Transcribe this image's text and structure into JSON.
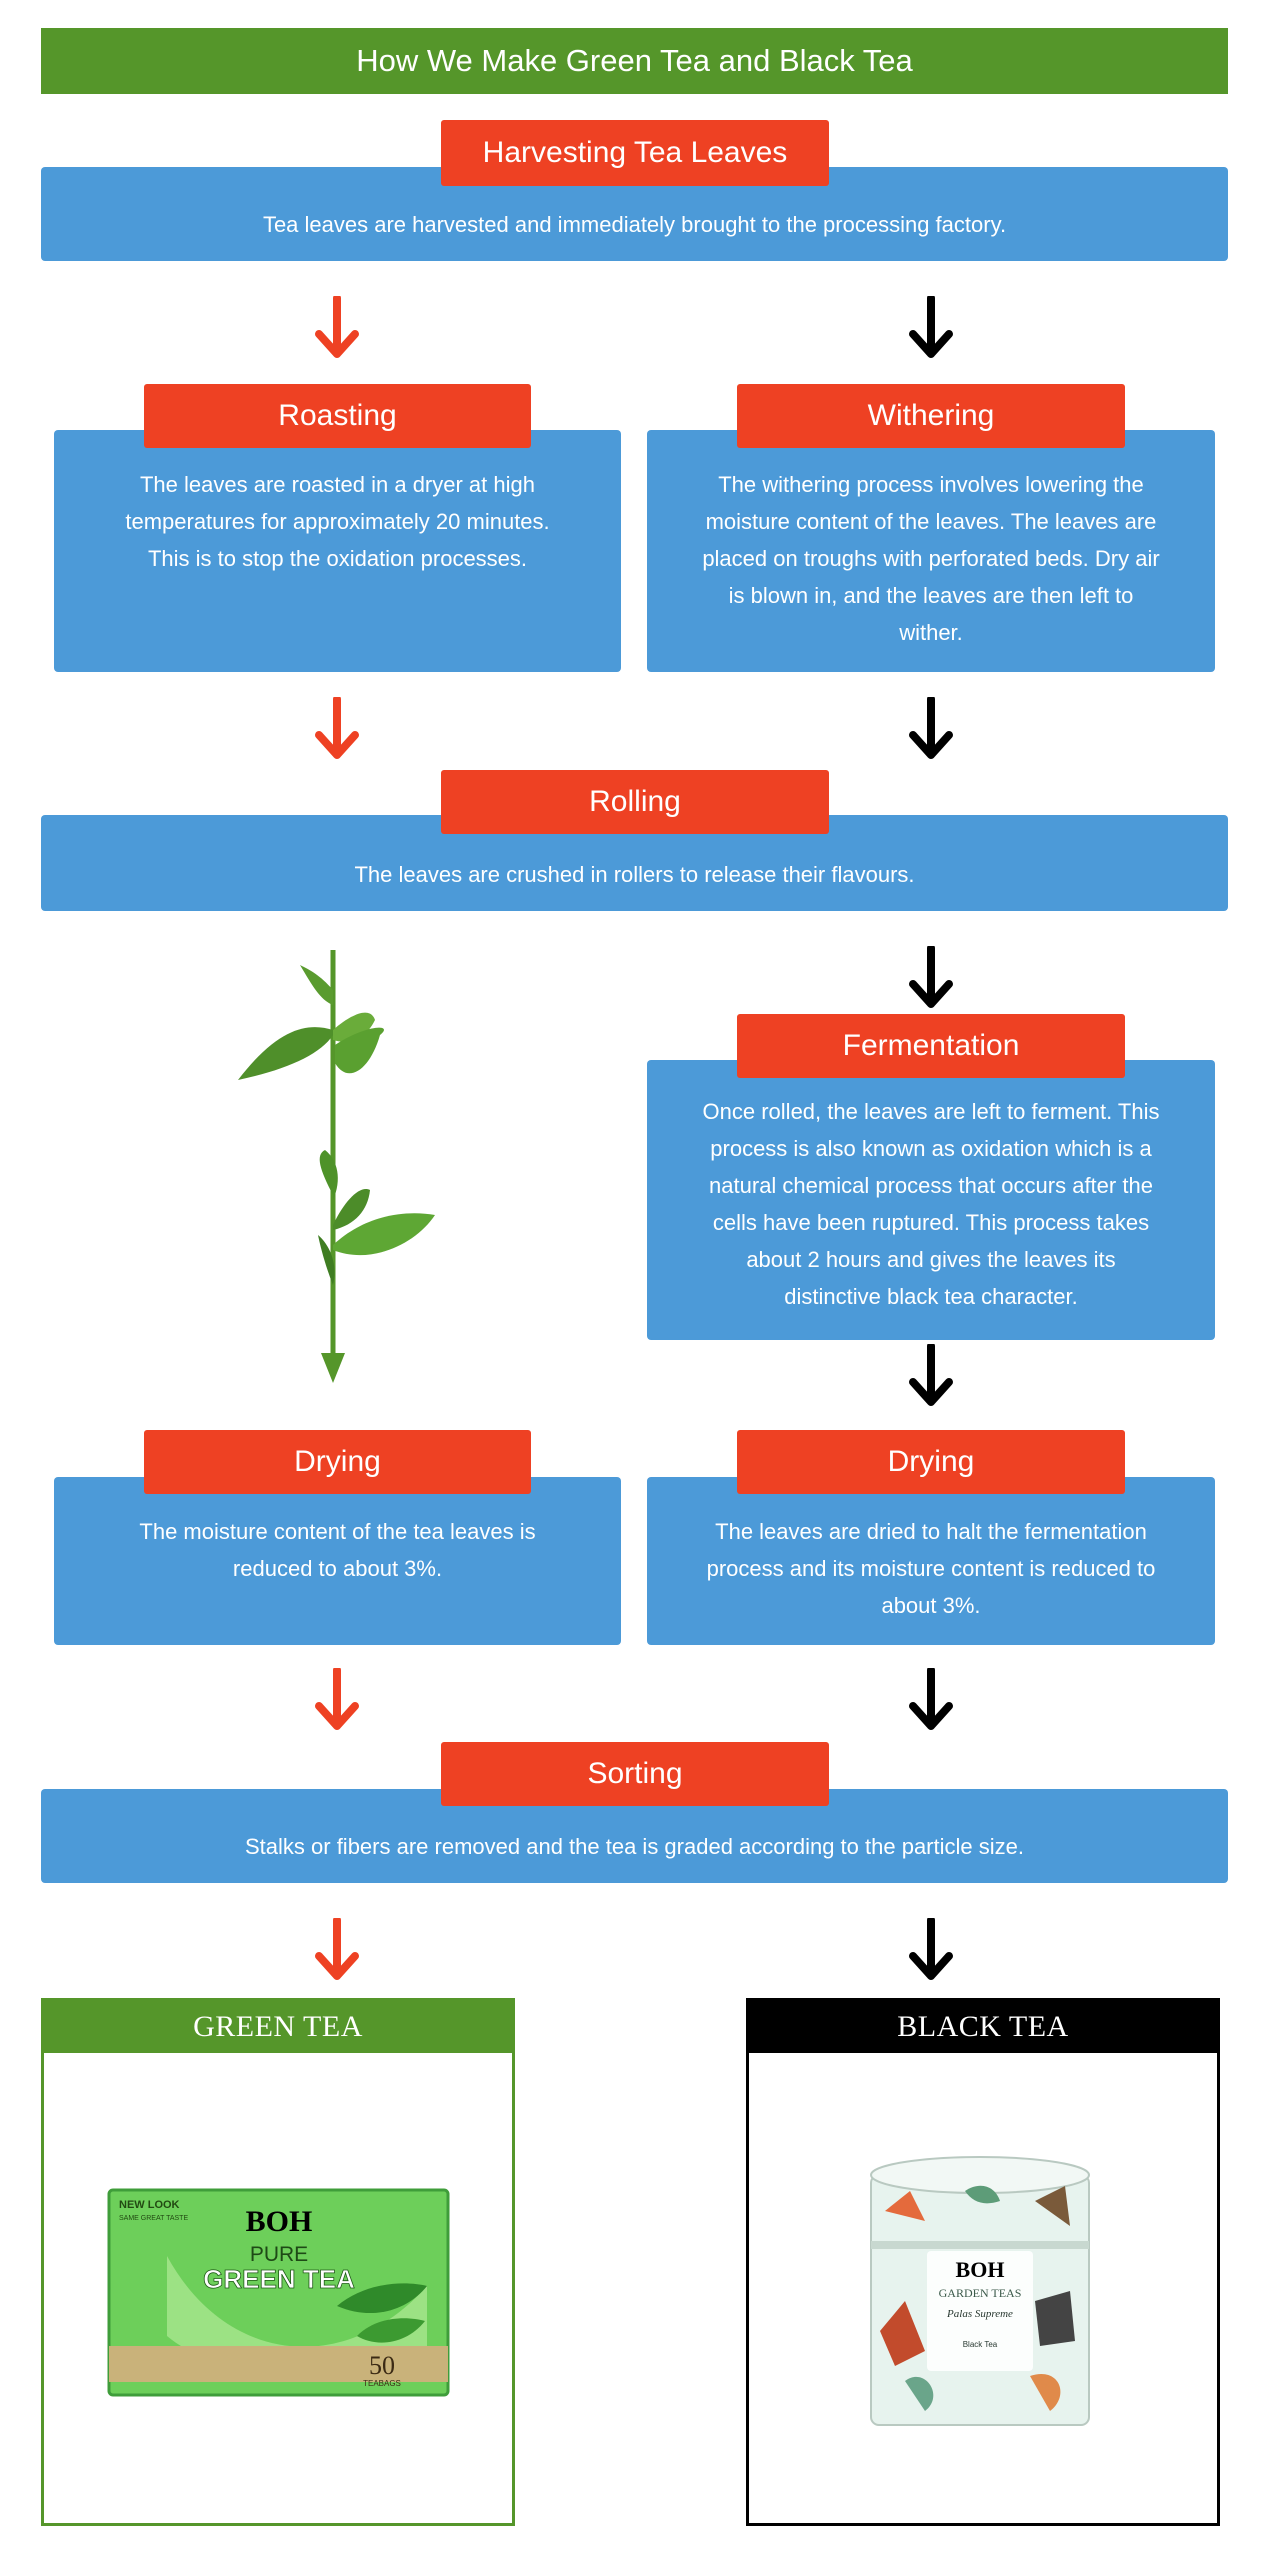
{
  "title": "How We Make Green Tea and Black Tea",
  "colors": {
    "green": "#55962a",
    "red_label": "#ee4123",
    "blue_box": "#4c9ad8",
    "arrow_red": "#ee4123",
    "arrow_black": "#000000"
  },
  "steps": {
    "harvesting": {
      "label": "Harvesting Tea Leaves",
      "text": "Tea leaves are harvested and immediately brought to the processing factory."
    },
    "roasting": {
      "label": "Roasting",
      "text": "The leaves are roasted in a dryer at high temperatures for approximately 20 minutes. This is to stop the oxidation processes."
    },
    "withering": {
      "label": "Withering",
      "text": "The withering process involves lowering the moisture content of the leaves. The leaves are placed on troughs with perforated beds. Dry air is blown in, and the leaves are then left to wither."
    },
    "rolling": {
      "label": "Rolling",
      "text": "The leaves are crushed in rollers to release their flavours."
    },
    "fermentation": {
      "label": "Fermentation",
      "text": "Once rolled, the leaves are left to ferment. This process is also known as oxidation which is a natural chemical process that occurs after the cells have been ruptured. This process takes about 2 hours and gives the leaves its distinctive black tea character."
    },
    "drying_green": {
      "label": "Drying",
      "text": "The moisture content of the tea leaves is reduced to about 3%."
    },
    "drying_black": {
      "label": "Drying",
      "text": "The leaves are dried to halt the fermentation process and its moisture content is reduced to about 3%."
    },
    "sorting": {
      "label": "Sorting",
      "text": "Stalks or fibers are removed and the tea is graded according to the particle size."
    }
  },
  "products": {
    "green": {
      "heading": "GREEN TEA",
      "brand": "BOH",
      "badge_line1": "NEW LOOK",
      "badge_line2": "SAME GREAT TASTE",
      "name_line1": "PURE",
      "name_line2": "GREEN TEA",
      "count": "50",
      "count_unit": "TEABAGS"
    },
    "black": {
      "heading": "BLACK TEA",
      "brand": "BOH",
      "line1": "GARDEN TEAS",
      "line2": "Palas Supreme",
      "line3": "Black Tea"
    }
  }
}
